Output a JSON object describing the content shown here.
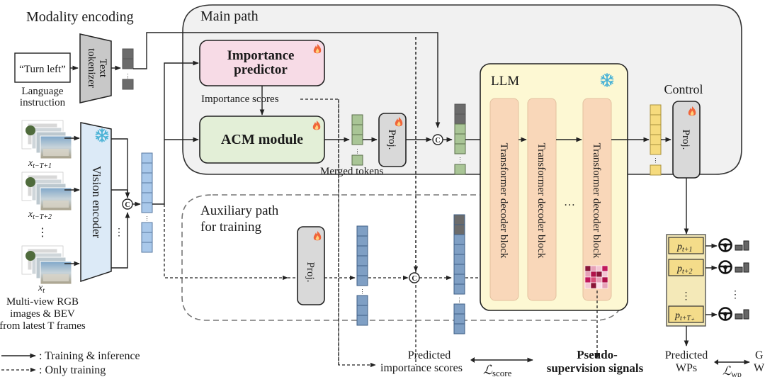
{
  "sections": {
    "modality_encoding": "Modality encoding",
    "main_path": "Main path",
    "auxiliary_path_line1": "Auxiliary path",
    "auxiliary_path_line2": "for training",
    "control": "Control",
    "llm": "LLM"
  },
  "inputs": {
    "text_instruction": "“Turn left”",
    "language_instruction_line1": "Language",
    "language_instruction_line2": "instruction",
    "frame_labels": [
      "x_{t−T+1}",
      "x_{t−T+2}",
      "x_t"
    ],
    "frame_label_base": "x",
    "frame_label_subs": [
      "t−T+1",
      "t−T+2",
      "t"
    ],
    "image_caption_line1": "Multi-view RGB",
    "image_caption_line2": "images & BEV",
    "image_caption_line3": "from latest T frames"
  },
  "modules": {
    "text_tokenizer_line1": "Text",
    "text_tokenizer_line2": "tokenizer",
    "vision_encoder": "Vision encoder",
    "importance_predictor_line1": "Importance",
    "importance_predictor_line2": "predictor",
    "importance_scores": "Importance scores",
    "acm_module": "ACM module",
    "merged_tokens": "Merged tokens",
    "proj": "Proj.",
    "transformer_block": "Transformer decoder block",
    "concat_symbol": "C",
    "ellipsis": "…"
  },
  "waypoints": {
    "items": [
      {
        "base": "p",
        "sub": "t+1"
      },
      {
        "base": "p",
        "sub": "t+2"
      },
      {
        "base": "p",
        "sub": "t+T₊"
      }
    ],
    "predicted_line1": "Predicted",
    "predicted_line2": "WPs",
    "gt_line1": "G",
    "gt_line2": "W"
  },
  "losses": {
    "score_symbol": "ℒ",
    "score_sub": "score",
    "wp_symbol": "ℒ",
    "wp_sub": "wp"
  },
  "outputs": {
    "predicted_scores_line1": "Predicted",
    "predicted_scores_line2": "importance scores",
    "pseudo_line1": "Pseudo-",
    "pseudo_line2": "supervision signals"
  },
  "legend": [
    {
      "style": "solid",
      "label": ": Training & inference"
    },
    {
      "style": "dashed",
      "label": ": Only training"
    }
  ],
  "icons": {
    "trainable": "fire-icon",
    "frozen": "snowflake-icon",
    "control": "steering-wheel-icon"
  },
  "colors": {
    "main_path_bg": "#f0f0f0",
    "importance_predictor": "#f7dbe6",
    "acm_module": "#e3efd7",
    "proj": "#d9d9d9",
    "llm_bg": "#fdf8d3",
    "transformer_block": "#f9d7b9",
    "vision_encoder": "#dceaf7",
    "text_tokenizer": "#c8c8c8",
    "vision_token": "#a9c8ea",
    "aux_token": "#7f9fc4",
    "text_token": "#6b6b6b",
    "merged_token": "#a9c596",
    "control_token": "#f6db7d",
    "waypoint": "#f4dc8a",
    "snowflake": "#4bb3d6",
    "fire": "#f0653a"
  }
}
